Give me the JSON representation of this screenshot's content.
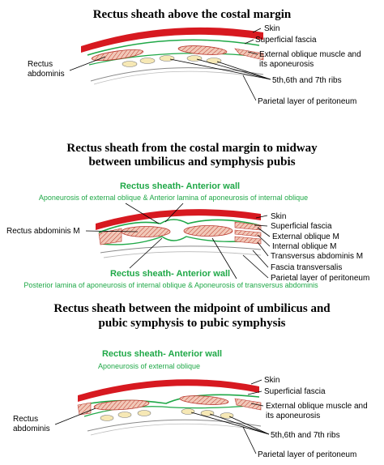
{
  "colors": {
    "skin": "#d71920",
    "fascia_green": "#1fa847",
    "muscle_fill": "#f1c8b8",
    "muscle_stroke": "#b9372d",
    "rib_fill": "#f6e8b5",
    "peritoneum": "#8a8a8a"
  },
  "section1": {
    "title": "Rectus sheath above the costal margin",
    "labels": {
      "skin": "Skin",
      "superficial_fascia": "Superficial fascia",
      "external_oblique_1": "External oblique muscle and",
      "external_oblique_2": "its aponeurosis",
      "rectus_1": "Rectus",
      "rectus_2": "abdominis",
      "ribs": "5th,6th and 7th ribs",
      "peritoneum": "Parietal layer of peritoneum"
    }
  },
  "section2": {
    "title_1": "Rectus sheath from the costal margin to midway",
    "title_2": "between umbilicus and symphysis pubis",
    "anterior_wall_heading": "Rectus sheath- Anterior wall",
    "anterior_wall_text": "Aponeurosis of external oblique  &  Anterior lamina of aponeurosis of internal oblique",
    "posterior_wall_heading": "Rectus sheath- Anterior wall",
    "posterior_wall_text": "Posterior lamina of aponeurosis of internal oblique & Aponeurosis of  transversus abdominis",
    "labels": {
      "rectus_m": "Rectus abdominis M",
      "skin": "Skin",
      "superficial_fascia": "Superficial  fascia",
      "external_oblique": "External oblique M",
      "internal_oblique": "Internal oblique M",
      "transversus": "Transversus abdominis M",
      "fascia_transversalis": "Fascia transversalis",
      "peritoneum": "Parietal layer of peritoneum"
    }
  },
  "section3": {
    "title_1": "Rectus sheath between the midpoint of umbilicus and",
    "title_2": "pubic symphysis to pubic symphysis",
    "anterior_wall_heading": "Rectus sheath- Anterior wall",
    "anterior_wall_text": "Aponeurosis of external oblique",
    "labels": {
      "skin": "Skin",
      "superficial_fascia": "Superficial fascia",
      "external_oblique_1": "External oblique muscle and",
      "external_oblique_2": "its aponeurosis",
      "rectus_1": "Rectus",
      "rectus_2": "abdominis",
      "ribs": "5th,6th and 7th ribs",
      "peritoneum": "Parietal layer of peritoneum"
    }
  }
}
